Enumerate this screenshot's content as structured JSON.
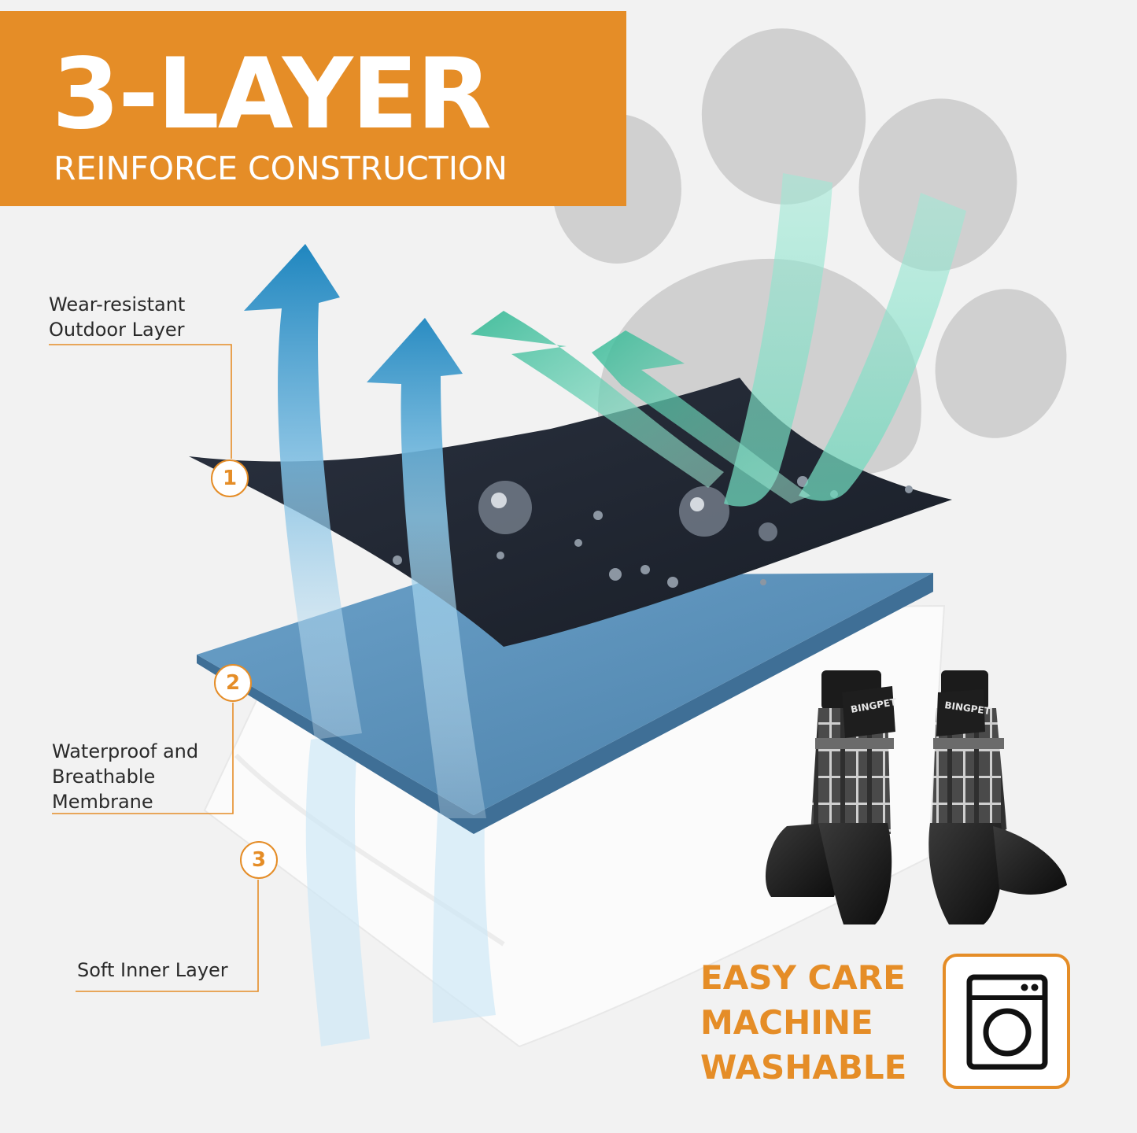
{
  "banner": {
    "title": "3-LAYER",
    "subtitle": "REINFORCE CONSTRUCTION"
  },
  "layers": [
    {
      "number": "1",
      "label_line1": "Wear-resistant",
      "label_line2": "Outdoor Layer"
    },
    {
      "number": "2",
      "label_line1": "Waterproof and",
      "label_line2": "Breathable",
      "label_line3": "Membrane"
    },
    {
      "number": "3",
      "label_line1": "Soft Inner Layer"
    }
  ],
  "boot_brand": "BINGPET",
  "care": {
    "line1": "EASY CARE",
    "line2": "MACHINE",
    "line3": "WASHABLE",
    "icon": "washing-machine-icon"
  },
  "colors": {
    "accent": "#e58d27",
    "outer_layer": "#1f2530",
    "membrane": "#5b8fb8",
    "inner_layer": "#ffffff",
    "arrow_blue": "#2f8cbf",
    "arrow_green": "#3fbf9e"
  }
}
